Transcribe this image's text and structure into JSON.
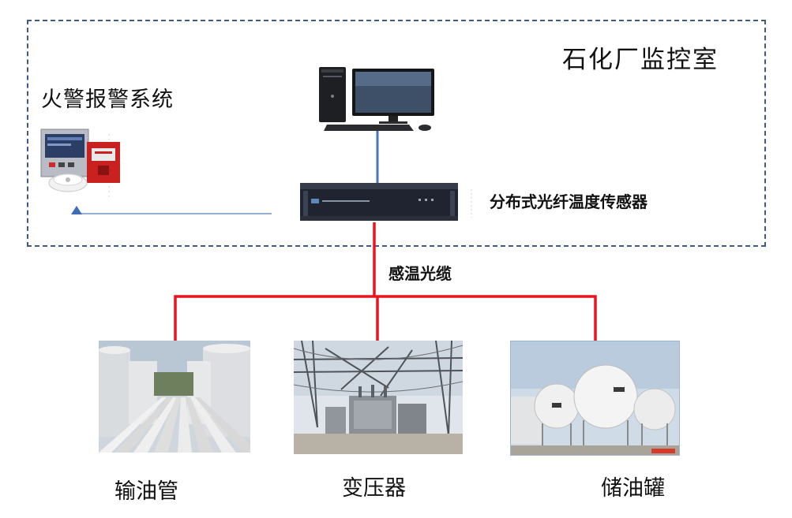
{
  "monitor_room": {
    "title": "石化厂监控室"
  },
  "fire_alarm": {
    "title": "火警报警系统"
  },
  "sensor": {
    "title": "分布式光纤温度传感器"
  },
  "cable": {
    "label": "感温光缆"
  },
  "sites": [
    {
      "label": "输油管"
    },
    {
      "label": "变压器"
    },
    {
      "label": "储油罐"
    }
  ],
  "colors": {
    "frame_border": "#3e5a86",
    "fiber_red": "#e8161c",
    "pc_link_blue": "#4a74b8",
    "alarm_arrow_blue": "#4a74b8"
  },
  "icons": {
    "computer": "desktop-computer-icon",
    "sensor_unit": "rack-unit-icon",
    "alarm_panel": "fire-alarm-panel-icon"
  }
}
